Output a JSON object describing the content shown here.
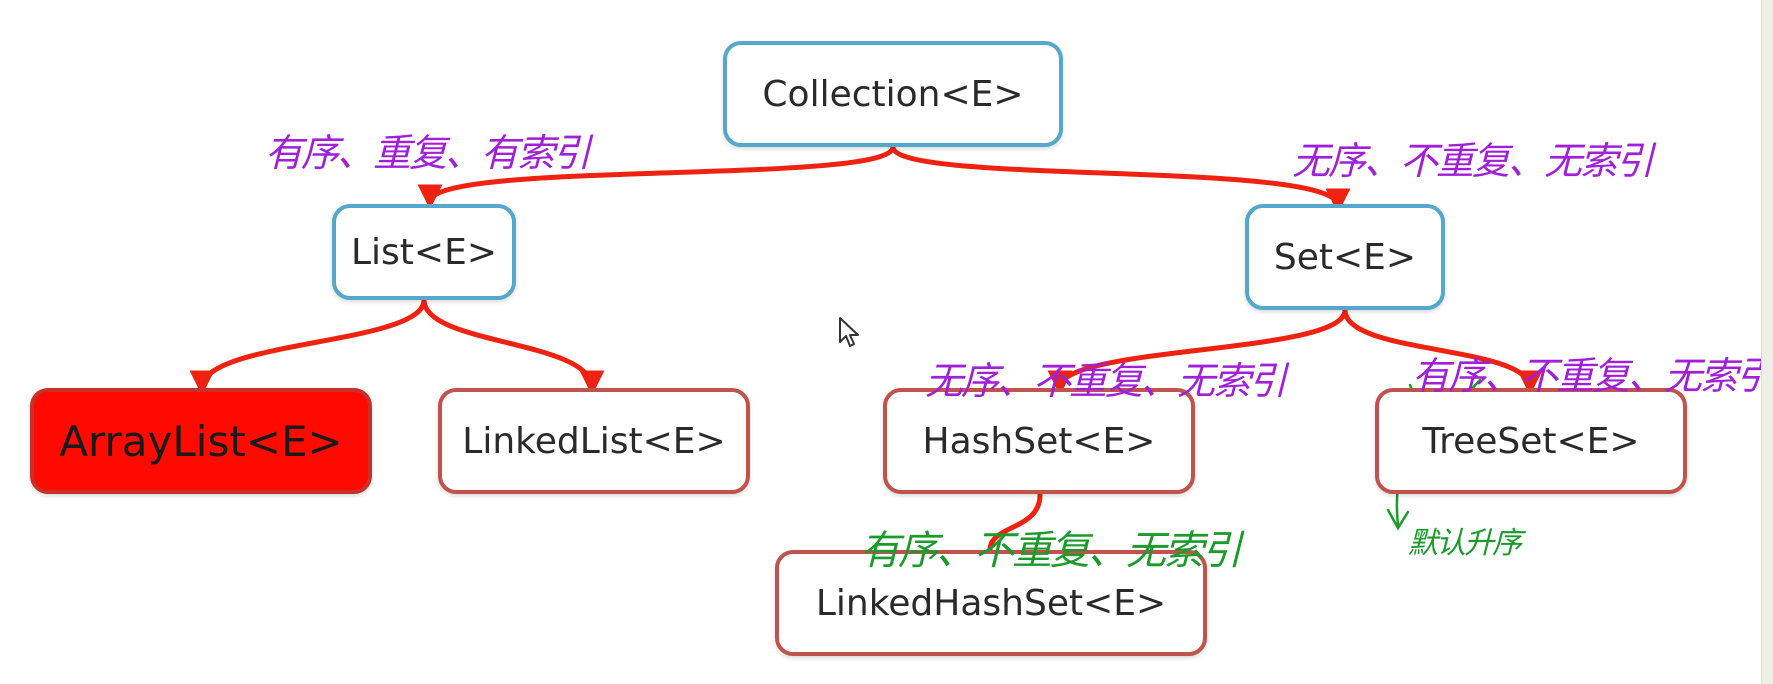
{
  "diagram": {
    "root": "Collection<E>",
    "list": "List<E>",
    "set": "Set<E>",
    "arraylist": "ArrayList<E>",
    "linkedlist": "LinkedList<E>",
    "hashset": "HashSet<E>",
    "treeset": "TreeSet<E>",
    "linkedhashset": "LinkedHashSet<E>"
  },
  "annotations": {
    "list_props": "有序、重复、有索引",
    "set_props": "无序、不重复、无索引",
    "hashset_props": "无序、不重复、无索引",
    "treeset_props": "有序、不重复、无索引",
    "linkedhashset_props": "有序、不重复、无索引",
    "treeset_default": "默认升序"
  },
  "colors": {
    "edge": "#ee2211",
    "interface_border": "#55a8cc",
    "class_border": "#c0544c",
    "highlight_fill": "#ff0a00",
    "note_purple": "#a020d8",
    "note_green": "#1c9a2c"
  }
}
